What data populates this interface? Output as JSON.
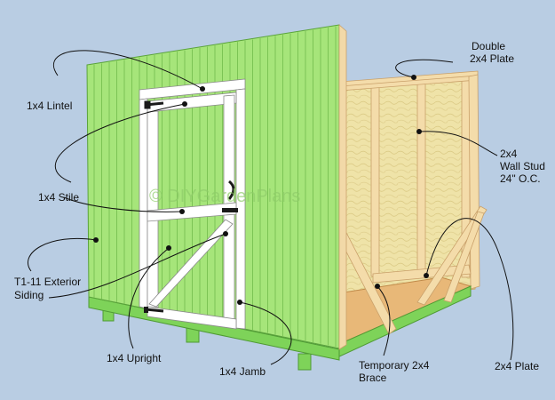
{
  "watermark": "© DIYGardenPlans",
  "labels": {
    "lintel": "1x4 Lintel",
    "stile": "1x4 Stile",
    "siding": [
      "T1-11 Exterior",
      "Siding"
    ],
    "upright": "1x4 Upright",
    "jamb": "1x4 Jamb",
    "double_plate": [
      "Double",
      "2x4 Plate"
    ],
    "wall_stud": [
      "2x4",
      "Wall Stud",
      "24\" O.C."
    ],
    "temp_brace": [
      "Temporary 2x4",
      "Brace"
    ],
    "plate": "2x4 Plate"
  },
  "colors": {
    "background": "#b9cde3",
    "siding_green": "#a6e57a",
    "siding_groove": "#7cc455",
    "lumber": "#f2d9a8",
    "plywood": "#efe0a5",
    "floor": "#e9b977",
    "door_trim": "#ffffff",
    "hardware": "#1a1a1a"
  }
}
